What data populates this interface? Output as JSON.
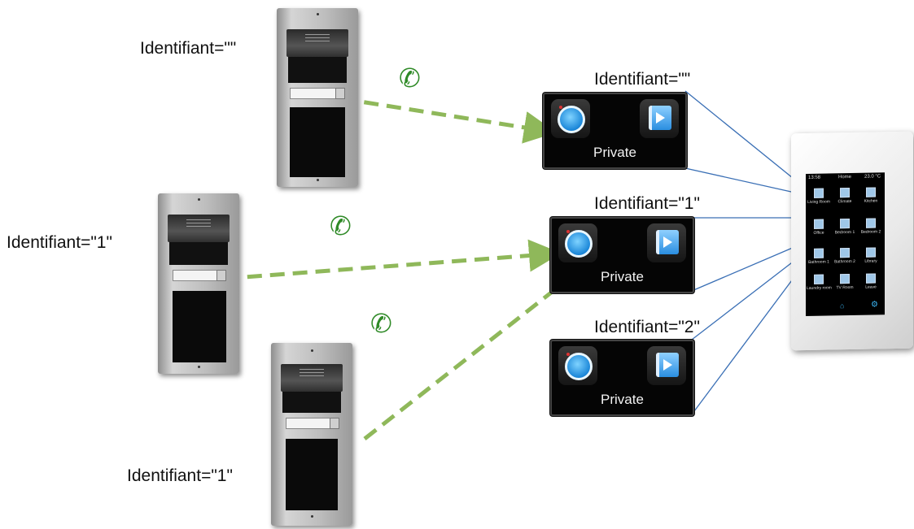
{
  "labels": {
    "station_top": "Identifiant=\"\"",
    "station_mid": "Identifiant=\"1\"",
    "station_bottom": "Identifiant=\"1\"",
    "screen_1": "Identifiant=\"\"",
    "screen_2": "Identifiant=\"1\"",
    "screen_3": "Identifiant=\"2\""
  },
  "screens": [
    {
      "button_label": "Private"
    },
    {
      "button_label": "Private"
    },
    {
      "button_label": "Private"
    }
  ],
  "tablet": {
    "time": "13:58",
    "title": "Home",
    "temperature": "23.0 °C",
    "tiles": [
      "Living Room",
      "Climate",
      "Kitchen",
      "Office",
      "Bedroom 1",
      "Bedroom 2",
      "Bathroom 1",
      "Bathroom 2",
      "Library",
      "Laundry room",
      "TV Room",
      "Leave"
    ]
  },
  "icons": [
    "phone-icon",
    "dial-icon",
    "phonebook-icon",
    "home-icon",
    "gear-icon"
  ],
  "colors": {
    "call_line": "#8fb85a",
    "connector_line": "#3a6fb5",
    "phone_icon": "#2f8a27",
    "icon_blue": "#1a86d8"
  }
}
